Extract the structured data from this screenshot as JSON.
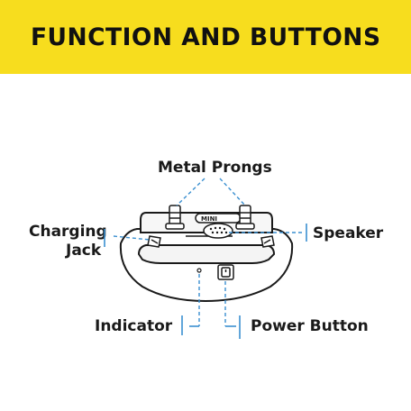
{
  "header": {
    "title": "FUNCTION AND BUTTONS"
  },
  "labels": {
    "metal_prongs": "Metal Prongs",
    "charging_jack_line1": "Charging",
    "charging_jack_line2": "Jack",
    "speaker": "Speaker",
    "indicator": "Indicator",
    "power_button": "Power Button"
  },
  "device": {
    "badge_text": "MINI"
  },
  "colors": {
    "banner": "#f7dd1e",
    "leader_lines": "#3a8fd0",
    "outline": "#1a1a1a"
  }
}
